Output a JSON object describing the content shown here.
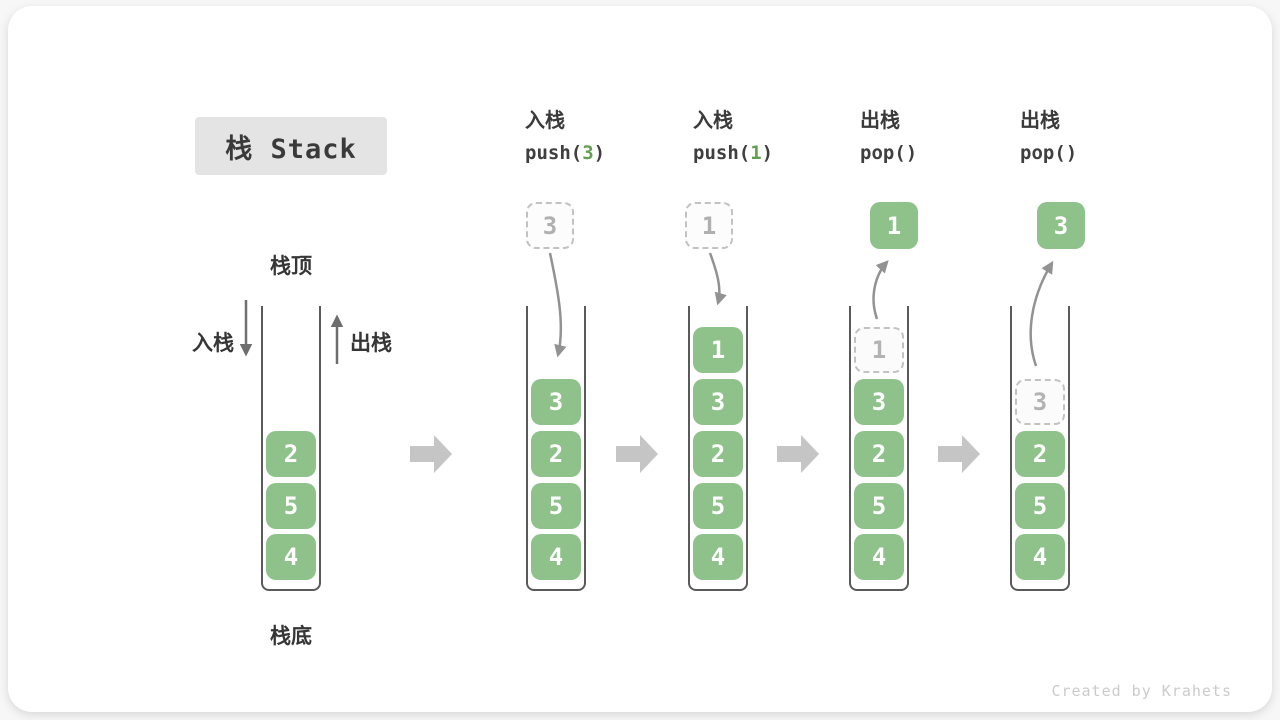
{
  "title": "栈 Stack",
  "labels": {
    "stack_top": "栈顶",
    "stack_bottom": "栈底",
    "push_side": "入栈",
    "pop_side": "出栈"
  },
  "operations": [
    {
      "name": "入栈",
      "code_prefix": "push(",
      "code_arg": "3",
      "code_suffix": ")"
    },
    {
      "name": "入栈",
      "code_prefix": "push(",
      "code_arg": "1",
      "code_suffix": ")"
    },
    {
      "name": "出栈",
      "code_prefix": "pop(",
      "code_arg": "",
      "code_suffix": ")"
    },
    {
      "name": "出栈",
      "code_prefix": "pop(",
      "code_arg": "",
      "code_suffix": ")"
    }
  ],
  "stacks": [
    {
      "cells": [
        {
          "value": "2"
        },
        {
          "value": "5"
        },
        {
          "value": "4"
        }
      ]
    },
    {
      "floating": {
        "value": "3",
        "style": "dashed"
      },
      "cells": [
        {
          "value": "3"
        },
        {
          "value": "2"
        },
        {
          "value": "5"
        },
        {
          "value": "4"
        }
      ]
    },
    {
      "floating": {
        "value": "1",
        "style": "dashed"
      },
      "cells": [
        {
          "value": "1"
        },
        {
          "value": "3"
        },
        {
          "value": "2"
        },
        {
          "value": "5"
        },
        {
          "value": "4"
        }
      ]
    },
    {
      "floating": {
        "value": "1",
        "style": "solid"
      },
      "cells": [
        {
          "value": "1",
          "ghost": true
        },
        {
          "value": "3"
        },
        {
          "value": "2"
        },
        {
          "value": "5"
        },
        {
          "value": "4"
        }
      ]
    },
    {
      "floating": {
        "value": "3",
        "style": "solid"
      },
      "cells": [
        {
          "value": "3",
          "ghost": true
        },
        {
          "value": "2"
        },
        {
          "value": "5"
        },
        {
          "value": "4"
        }
      ]
    }
  ],
  "watermark": "Created by Krahets",
  "colors": {
    "cell_green": "#8fc28b",
    "code_arg_green": "#64a052",
    "flow_arrow_gray": "#c5c5c5",
    "curve_arrow_gray": "#929292",
    "badge_gray": "#e4e4e4"
  }
}
